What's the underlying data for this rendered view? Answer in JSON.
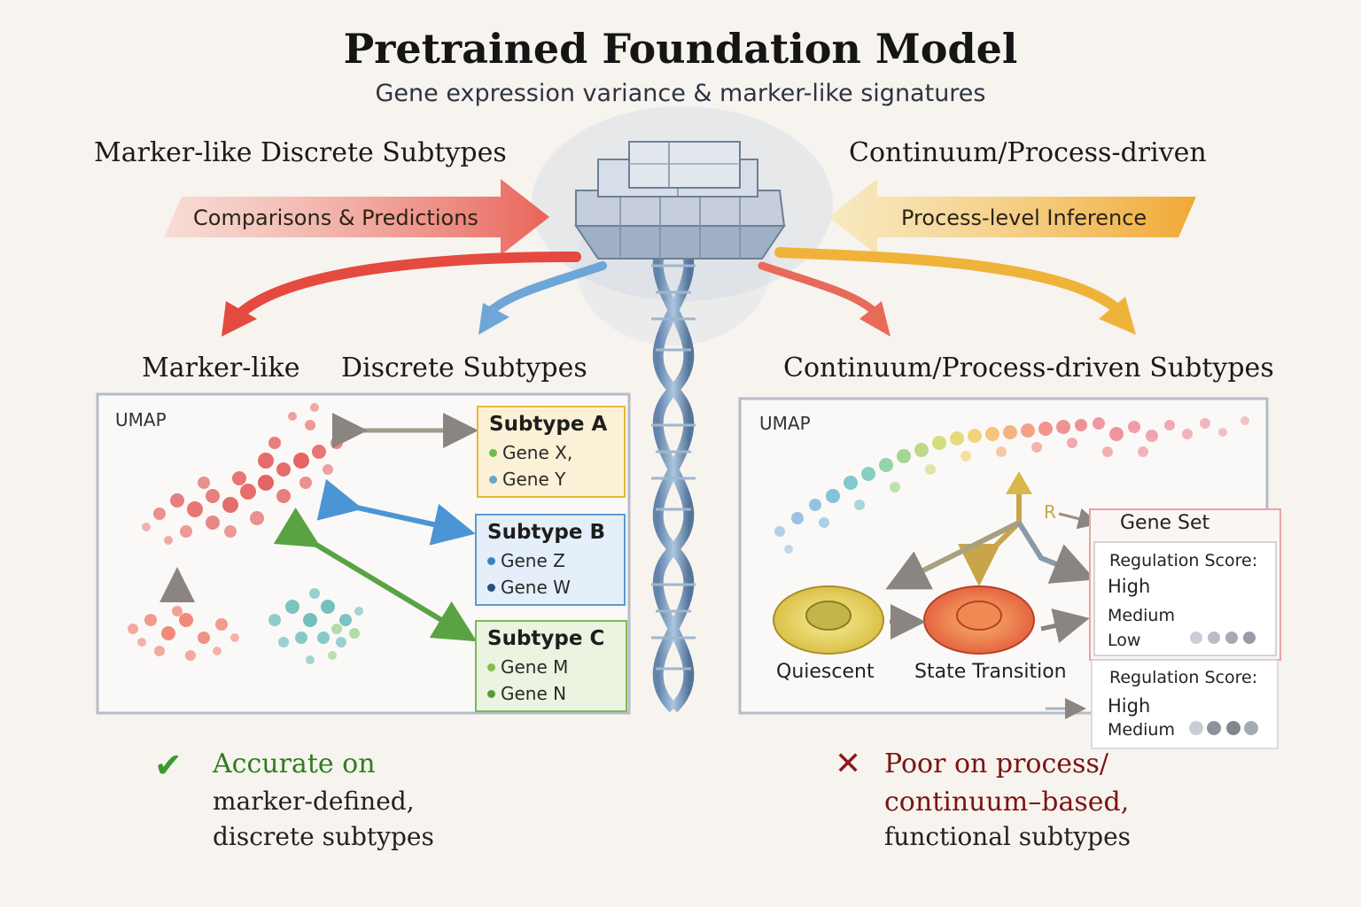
{
  "title": "Pretrained Foundation Model",
  "subtitle": "Gene expression variance & marker-like signatures",
  "left_header": "Marker-like Discrete Subtypes",
  "right_header": "Continuum/Process-driven",
  "left_arrow_label": "Comparisons & Predictions",
  "right_arrow_label": "Process-level Inference",
  "left_section": {
    "label_a": "Marker-like",
    "label_b": "Discrete Subtypes",
    "umap_label": "UMAP",
    "subtypes": [
      {
        "name": "Subtype A",
        "genes": [
          "Gene X,",
          "Gene Y"
        ],
        "color": "#e9b63c",
        "bg": "#fbf1d6"
      },
      {
        "name": "Subtype B",
        "genes": [
          "Gene Z",
          "Gene W"
        ],
        "color": "#5c9ad3",
        "bg": "#e4eff9"
      },
      {
        "name": "Subtype C",
        "genes": [
          "Gene M",
          "Gene N"
        ],
        "color": "#7fb85a",
        "bg": "#ebf4e0"
      }
    ]
  },
  "right_section": {
    "label": "Continuum/Process-driven Subtypes",
    "umap_label": "UMAP",
    "r_mark": "R",
    "quiescent": "Quiescent",
    "state_transition": "State Transition",
    "gene_set": "Gene Set",
    "panel1": {
      "heading": "Regulation Score:",
      "levels": [
        "High",
        "Medium",
        "Low"
      ]
    },
    "panel2": {
      "heading": "Regulation Score:",
      "levels": [
        "High",
        "Medium"
      ]
    }
  },
  "results": {
    "left_mark": "✔",
    "left_line1": "Accurate on",
    "left_line2": "marker-defined,",
    "left_line3": "discrete subtypes",
    "right_mark": "✕",
    "right_line1": "Poor on process/",
    "right_line2": "continuum–based,",
    "right_line3": "functional subtypes"
  }
}
